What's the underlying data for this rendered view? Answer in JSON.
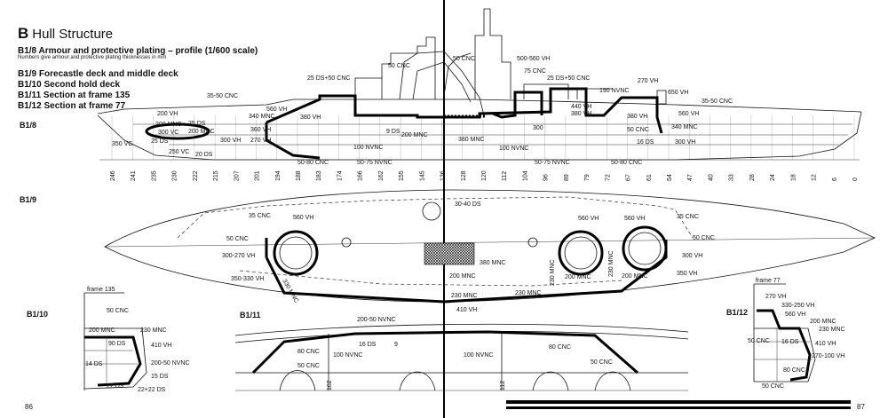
{
  "section_letter": "B",
  "section_title": "Hull Structure",
  "figures": {
    "b1_8": "B1/8 Armour and protective plating – profile (1/600 scale)",
    "note": "Numbers give armour and protective plating thicknesses in mm",
    "b1_9": "B1/9 Forecastle deck and middle deck",
    "b1_10": "B1/10 Second hold deck",
    "b1_11": "B1/11 Section at frame 135",
    "b1_12": "B1/12 Section at frame 77"
  },
  "page_numbers": {
    "left": "86",
    "right": "87"
  },
  "row_labels": [
    "B1/8",
    "B1/9",
    "B1/10",
    "B1/11",
    "B1/12"
  ],
  "frame_labels": [
    "frame 135",
    "frame 77"
  ],
  "frame_numbers": [
    "246",
    "241",
    "235",
    "230",
    "222",
    "215",
    "207",
    "201",
    "194",
    "188",
    "183",
    "174",
    "166",
    "162",
    "155",
    "145",
    "136",
    "128",
    "120",
    "112",
    "104",
    "96",
    "89",
    "79",
    "72",
    "67",
    "61",
    "54",
    "47",
    "40",
    "33",
    "28",
    "24",
    "18",
    "12",
    "6",
    "0"
  ],
  "labels_b18": [
    "35-50 CNC",
    "200 VH",
    "25 DS",
    "200 MNC",
    "300 VC",
    "350 VC",
    "25 DS",
    "250 VC",
    "20 DS",
    "200 MNC",
    "300 VH",
    "340 MNC",
    "360 VH",
    "560 VH",
    "380 VH",
    "270 VH",
    "25 DS+50 CNC",
    "50 CNC",
    "9 DS",
    "200 MNC",
    "100 NVNC",
    "50-80 CNC",
    "50-75 NVNC",
    "50 CNC",
    "500-560 VH",
    "75 CNC",
    "25 DS+50 CNC",
    "380 MNC",
    "300",
    "100 NVNC",
    "50-75 NVNC",
    "50-80 CNC",
    "190 NVNC",
    "440 VH",
    "380 VH",
    "270 VH",
    "650 VH",
    "380 VH",
    "50 CNC",
    "340 MNC",
    "560 VH",
    "300 VH",
    "16 DS",
    "35-50 CNC"
  ],
  "labels_b19": [
    "30-40 DS",
    "560 VH",
    "35 CNC",
    "50 CNC",
    "300-270 VH",
    "350-330 VH",
    "330 MNC",
    "380 MNC",
    "200 MNC",
    "230 MNC",
    "560 VH",
    "560 VH",
    "35 CNC",
    "50 CNC",
    "230 MNC",
    "230 MNC",
    "200 MNC",
    "200 MNC",
    "300 VH",
    "350 VH",
    "230 MNC",
    "410 VH"
  ],
  "labels_b110": [
    "50 CNC",
    "200 MNC",
    "230 MNC",
    "90 DS",
    "410 VH",
    "14 DS",
    "200-50 NVNC",
    "15 DS",
    "22 DS",
    "22+22 DS"
  ],
  "labels_b111": [
    "200-50 NVNC",
    "80 CNC",
    "16 DS",
    "9",
    "100 NVNC",
    "50 CNC",
    "100 NVNC",
    "80 CNC",
    "50 CNC",
    "162",
    "112"
  ],
  "labels_b112": [
    "270 VH",
    "330-250 VH",
    "560 VH",
    "200 MNC",
    "230 MNC",
    "50 CNC",
    "16 DS",
    "410 VH",
    "270-100 VH",
    "80 CNC",
    "50 CNC"
  ]
}
